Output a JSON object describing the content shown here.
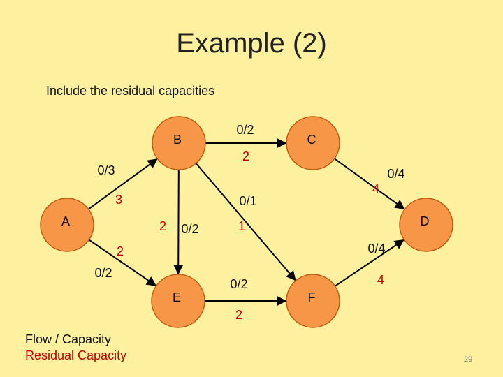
{
  "slide": {
    "title": "Example (2)",
    "subtitle": "Include the residual capacities",
    "page_number": "29"
  },
  "legend": {
    "flow_capacity": "Flow / Capacity",
    "residual_capacity": "Residual Capacity"
  },
  "colors": {
    "background": "#fdf09e",
    "node_fill": "#f79646",
    "node_stroke": "#c05a10",
    "residual_text": "#c00000",
    "edge": "#000000"
  },
  "nodes": [
    {
      "id": "A",
      "label": "A"
    },
    {
      "id": "B",
      "label": "B"
    },
    {
      "id": "C",
      "label": "C"
    },
    {
      "id": "D",
      "label": "D"
    },
    {
      "id": "E",
      "label": "E"
    },
    {
      "id": "F",
      "label": "F"
    }
  ],
  "edges": [
    {
      "from": "A",
      "to": "B",
      "flow_capacity": "0/3",
      "residual": "3"
    },
    {
      "from": "B",
      "to": "C",
      "flow_capacity": "0/2",
      "residual": "2"
    },
    {
      "from": "C",
      "to": "D",
      "flow_capacity": "0/4",
      "residual": "4"
    },
    {
      "from": "B",
      "to": "E",
      "flow_capacity": "0/2",
      "residual": "2"
    },
    {
      "from": "B",
      "to": "F",
      "flow_capacity": "0/1",
      "residual": "1"
    },
    {
      "from": "A",
      "to": "E",
      "flow_capacity": "0/2",
      "residual": "2"
    },
    {
      "from": "E",
      "to": "F",
      "flow_capacity": "0/2",
      "residual": "2"
    },
    {
      "from": "F",
      "to": "D",
      "flow_capacity": "0/4",
      "residual": "4"
    }
  ]
}
